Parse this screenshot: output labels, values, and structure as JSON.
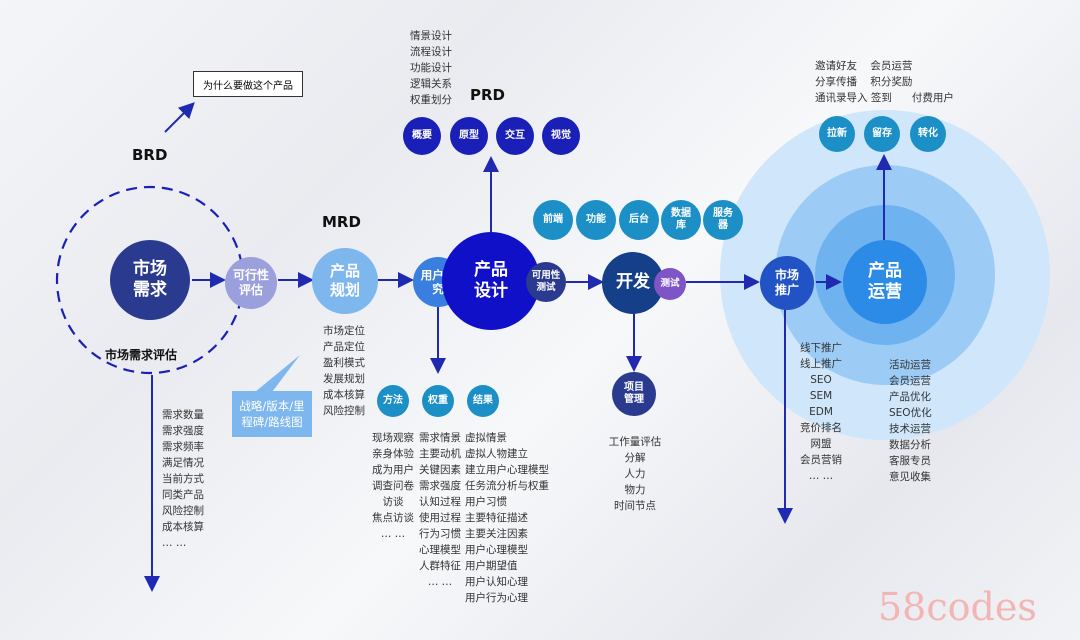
{
  "brd": {
    "label": "BRD",
    "box": "为什么要做这个产品"
  },
  "market": {
    "line1": "市场",
    "line2": "需求",
    "eval_label": "市场需求评估"
  },
  "market_list": [
    "需求数量",
    "需求强度",
    "需求频率",
    "满足情况",
    "当前方式",
    "同类产品",
    "风险控制",
    "成本核算",
    "… …"
  ],
  "feasibility": {
    "line1": "可行性",
    "line2": "评估"
  },
  "mrd": {
    "label": "MRD"
  },
  "planning": {
    "line1": "产品",
    "line2": "规划"
  },
  "planning_list": [
    "市场定位",
    "产品定位",
    "盈利模式",
    "发展规划",
    "成本核算",
    "风险控制"
  ],
  "strategy_callout": {
    "line1": "战略/版本/里",
    "line2": "程碑/路线图"
  },
  "user_research": {
    "line1": "用户研",
    "line2": "究"
  },
  "research_nodes": [
    "方法",
    "权重",
    "结果"
  ],
  "methods_list": [
    "现场观察",
    "亲身体验",
    "成为用户",
    "调查问卷",
    "访谈",
    "焦点访谈",
    "… …"
  ],
  "weight_list": [
    "需求情景",
    "主要动机",
    "关键因素",
    "需求强度",
    "认知过程",
    "使用过程",
    "行为习惯",
    "心理模型",
    "人群特征",
    "… …"
  ],
  "result_list": [
    "虚拟情景",
    "虚拟人物建立",
    "建立用户心理模型",
    "任务流分析与权重",
    "用户习惯",
    "主要特征描述",
    "主要关注因素",
    "用户心理模型",
    "用户期望值",
    "用户认知心理",
    "用户行为心理"
  ],
  "design": {
    "line1": "产品",
    "line2": "设计"
  },
  "prd": {
    "label": "PRD"
  },
  "prd_list": [
    "情景设计",
    "流程设计",
    "功能设计",
    "逻辑关系",
    "权重划分"
  ],
  "prd_nodes": [
    "概要",
    "原型",
    "交互",
    "视觉"
  ],
  "usability": {
    "line1": "可用性",
    "line2": "测试"
  },
  "dev_nodes": [
    {
      "l1": "前端",
      "l2": ""
    },
    {
      "l1": "功能",
      "l2": ""
    },
    {
      "l1": "后台",
      "l2": ""
    },
    {
      "l1": "数据",
      "l2": "库"
    },
    {
      "l1": "服务",
      "l2": "器"
    }
  ],
  "develop": {
    "label": "开发"
  },
  "test": {
    "label": "测试"
  },
  "project": {
    "line1": "项目",
    "line2": "管理"
  },
  "project_list": [
    "工作量评估",
    "分解",
    "人力",
    "物力",
    "时间节点"
  ],
  "promotion": {
    "line1": "市场",
    "line2": "推广"
  },
  "promotion_list": [
    "线下推广",
    "线上推广",
    "SEO",
    "SEM",
    "EDM",
    "竞价排名",
    "网盟",
    "会员营销",
    "… …"
  ],
  "operation": {
    "line1": "产品",
    "line2": "运营"
  },
  "operation_list": [
    "活动运营",
    "会员运营",
    "产品优化",
    "SEO优化",
    "技术运营",
    "数据分析",
    "客服专员",
    "意见收集"
  ],
  "growth_nodes": [
    "拉新",
    "留存",
    "转化"
  ],
  "growth_text": [
    {
      "a": "邀请好友",
      "b": "会员运营"
    },
    {
      "a": "分享传播",
      "b": "积分奖励"
    },
    {
      "a": "通讯录导入",
      "b": "签到",
      "c": "付费用户"
    }
  ],
  "watermark": "58codes",
  "colors": {
    "dark": "#1a1fb8",
    "navy": "#2a3a8f",
    "mid": "#4a8fe8",
    "light": "#a9d2f8",
    "teal": "#1b8fc6",
    "purple": "#7d55c7",
    "lav": "#9b9fdc"
  }
}
